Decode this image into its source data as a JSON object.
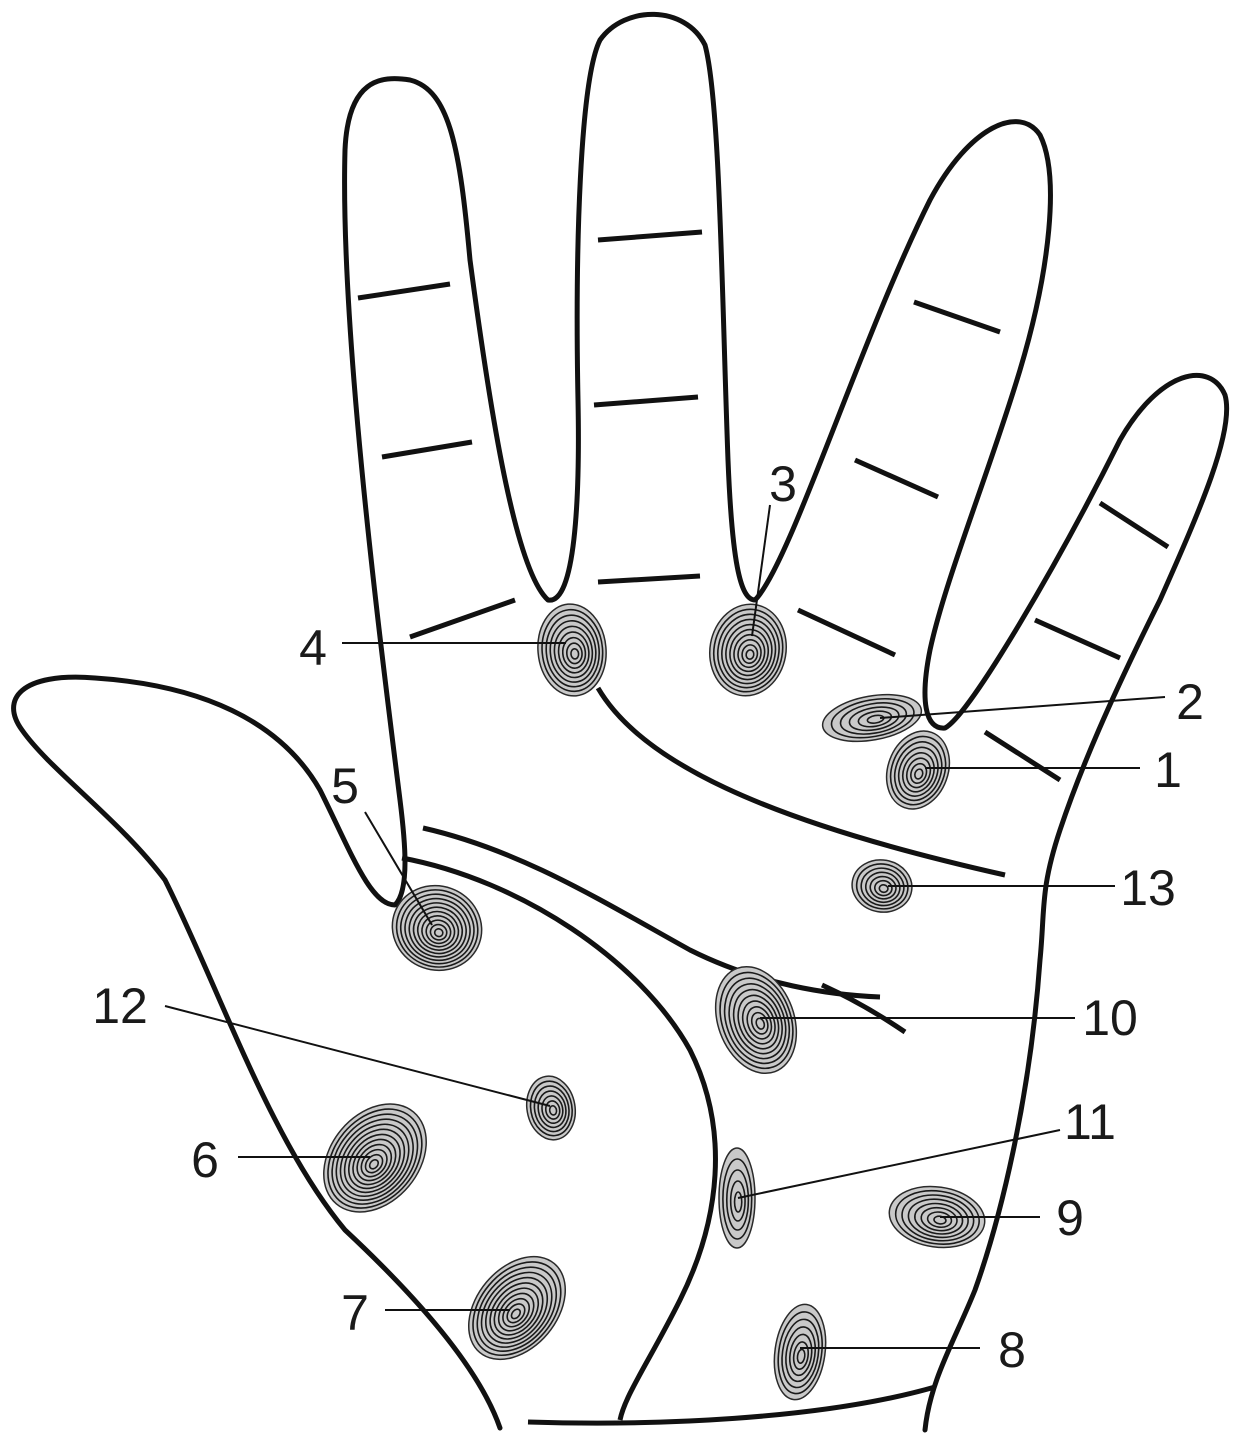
{
  "diagram": {
    "labels": [
      {
        "id": "1",
        "text": "1"
      },
      {
        "id": "2",
        "text": "2"
      },
      {
        "id": "3",
        "text": "3"
      },
      {
        "id": "4",
        "text": "4"
      },
      {
        "id": "5",
        "text": "5"
      },
      {
        "id": "6",
        "text": "6"
      },
      {
        "id": "7",
        "text": "7"
      },
      {
        "id": "8",
        "text": "8"
      },
      {
        "id": "9",
        "text": "9"
      },
      {
        "id": "10",
        "text": "10"
      },
      {
        "id": "11",
        "text": "11"
      },
      {
        "id": "12",
        "text": "12"
      },
      {
        "id": "13",
        "text": "13"
      }
    ],
    "colors": {
      "stroke": "#111111",
      "print_fill": "#c9c9c9",
      "print_ridge": "#1a1a1a",
      "background": "#ffffff"
    }
  }
}
